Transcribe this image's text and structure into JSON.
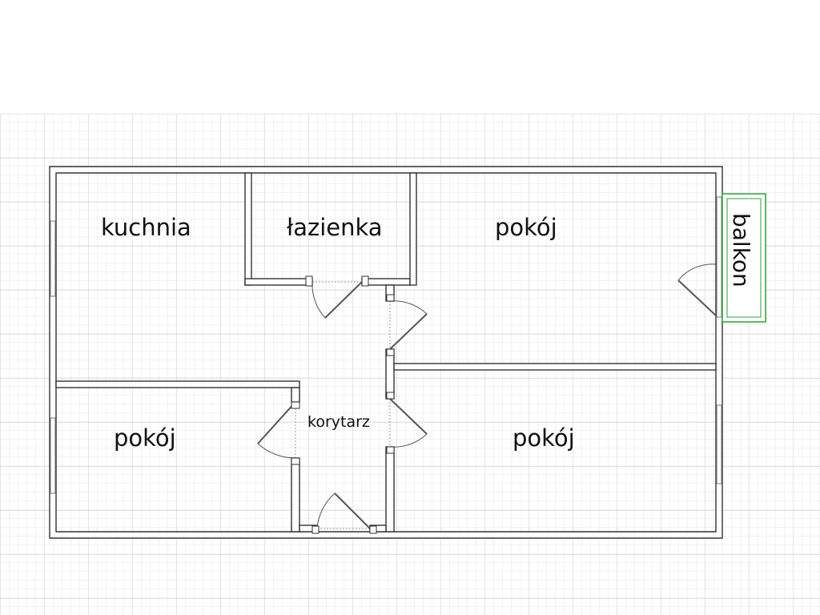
{
  "colors": {
    "background": "#ffffff",
    "grid_minor": "#dcdcdc",
    "grid_major": "#c4c4c4",
    "wall_stroke": "#333333",
    "balcony_stroke": "#2e9e3a",
    "door_stroke": "#555555"
  },
  "rooms": {
    "kitchen": "kuchnia",
    "bathroom": "łazienka",
    "room_top_right": "pokój",
    "room_bottom_left": "pokój",
    "room_bottom_right": "pokój",
    "corridor": "korytarz",
    "balcony": "balkon"
  }
}
